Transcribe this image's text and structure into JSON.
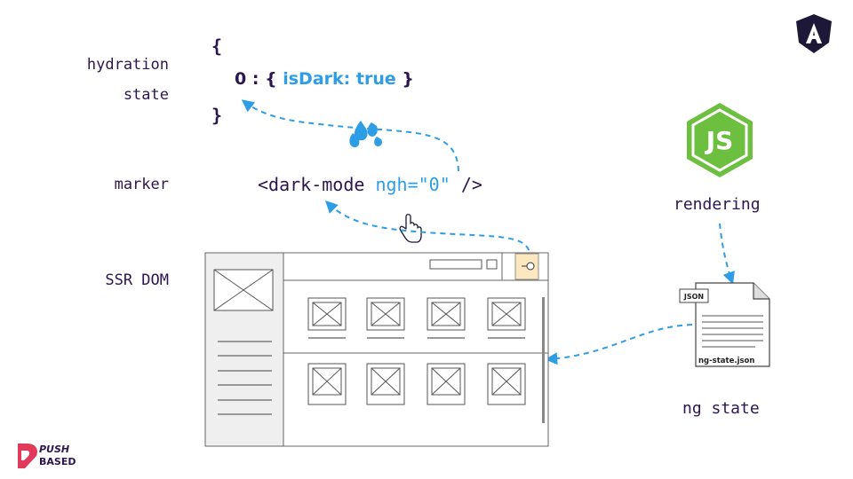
{
  "labels": {
    "hydration_line1": "hydration",
    "hydration_line2": "state",
    "marker": "marker",
    "ssr_dom": "SSR DOM",
    "rendering": "rendering",
    "ng_state": "ng state"
  },
  "state_code": {
    "open_brace": "{",
    "key": "0",
    "colon_brace": ": {",
    "content": "isDark: true",
    "inner_close": "}",
    "close_brace": "}"
  },
  "marker_code": {
    "tag_open": "<dark-mode",
    "attr": "ngh=\"0\"",
    "tag_close": "/>"
  },
  "file": {
    "badge": "JSON",
    "name": "ng-state.json"
  },
  "logos": {
    "brand_line1": "PUSH",
    "brand_line2": "BASED",
    "node_text": "JS"
  },
  "colors": {
    "text_dark": "#2b1650",
    "accent_blue": "#2d9ee6",
    "node_green": "#6cbf3f",
    "toggle_highlight": "#fbe7c0"
  },
  "icons": [
    "angular-logo-icon",
    "nodejs-logo-icon",
    "water-drops-icon",
    "pointer-hand-icon",
    "json-file-icon",
    "push-based-logo-icon"
  ]
}
